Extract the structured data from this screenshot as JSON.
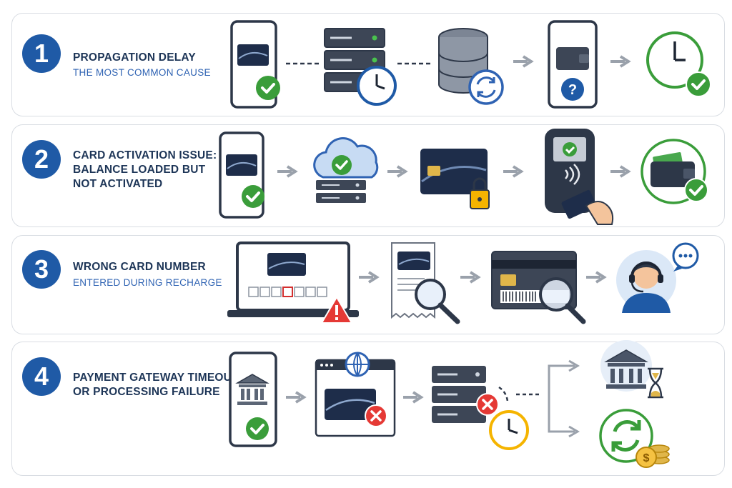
{
  "steps": [
    {
      "number": "1",
      "title": "PROPAGATION DELAY",
      "subtitle": "THE MOST COMMON CAUSE"
    },
    {
      "number": "2",
      "title": "CARD ACTIVATION ISSUE:\nBALANCE LOADED BUT\nNOT ACTIVATED",
      "subtitle": ""
    },
    {
      "number": "3",
      "title": "WRONG CARD NUMBER",
      "subtitle": "ENTERED DURING RECHARGE"
    },
    {
      "number": "4",
      "title": "PAYMENT GATEWAY TIMEOUT\nOR PROCESSING FAILURE",
      "subtitle": ""
    }
  ],
  "icons": {
    "row1": [
      "phone-card-check-icon",
      "server-clock-icon",
      "database-sync-icon",
      "phone-wallet-question-icon",
      "clock-check-icon"
    ],
    "row2": [
      "phone-card-check-icon",
      "cloud-server-check-icon",
      "card-locked-icon",
      "payment-terminal-tap-icon",
      "wallet-check-icon"
    ],
    "row3": [
      "laptop-card-entry-warning-icon",
      "receipt-magnifier-icon",
      "card-barcode-magnifier-icon",
      "support-agent-icon"
    ],
    "row4": [
      "phone-bank-check-icon",
      "browser-card-error-icon",
      "server-error-clock-icon",
      "bank-hourglass-icon",
      "refund-coins-icon"
    ]
  },
  "colors": {
    "accent": "#1f5aa6",
    "success": "#3a9d3a",
    "error": "#e53935",
    "warning": "#f5b400",
    "dark": "#2d3748"
  }
}
